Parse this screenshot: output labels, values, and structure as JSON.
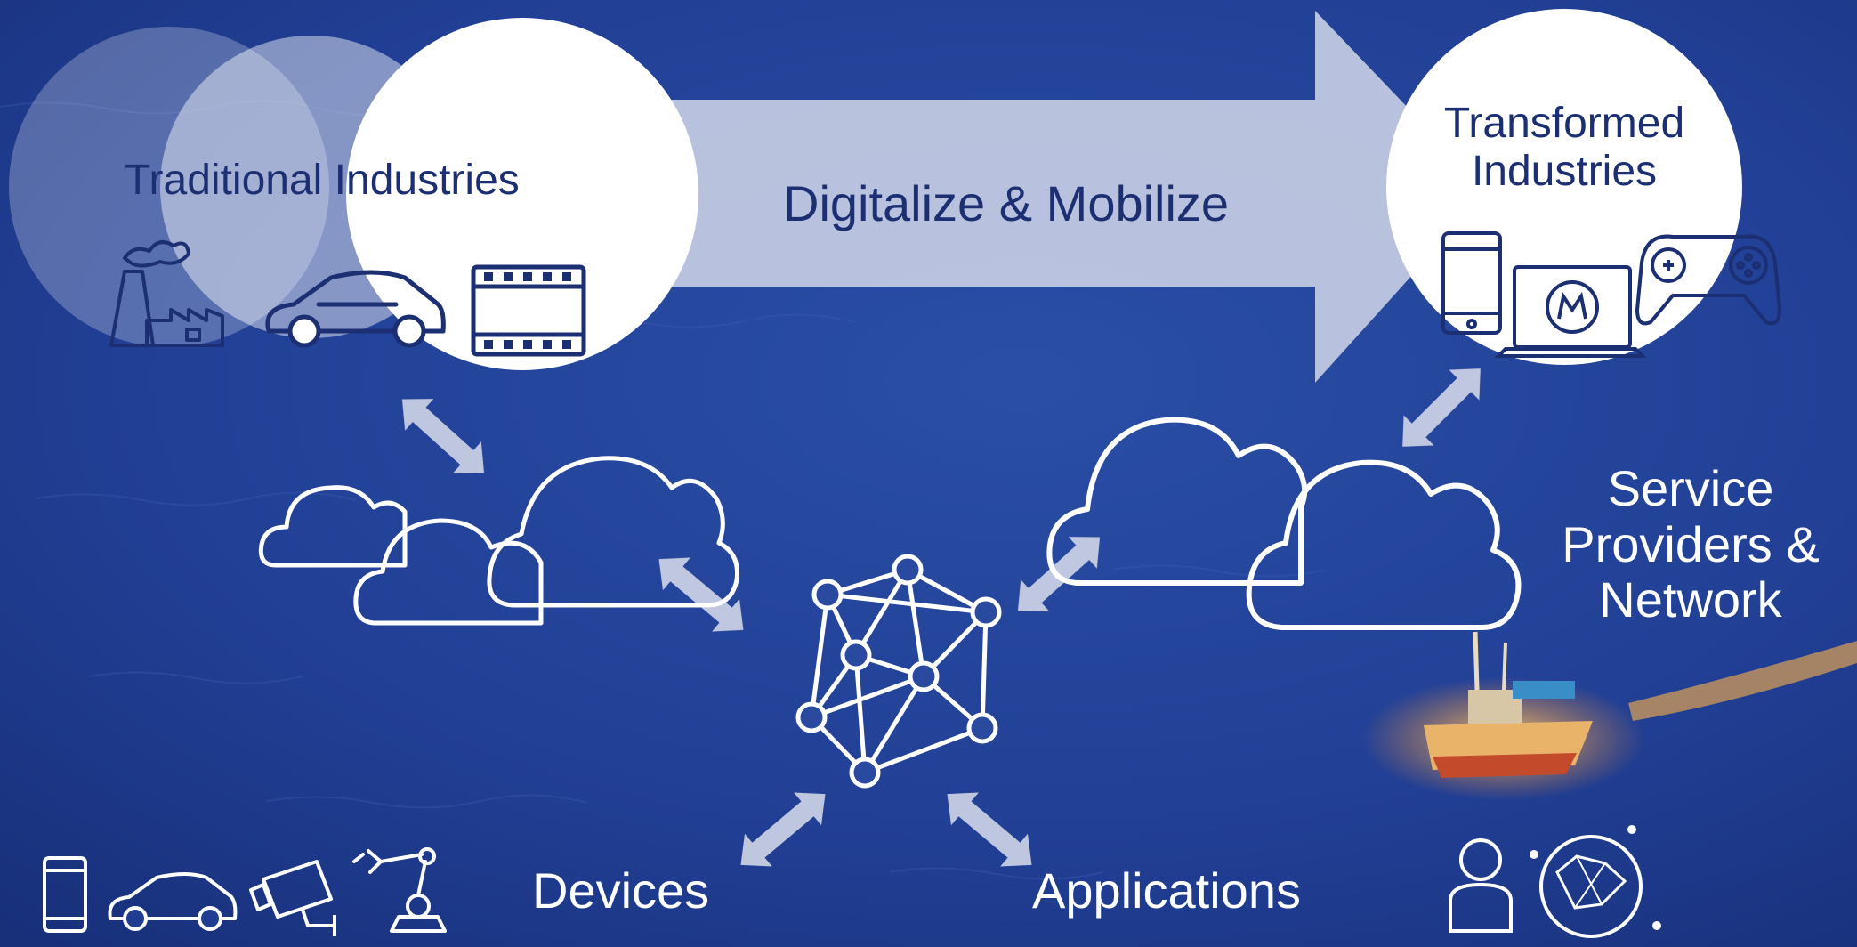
{
  "labels": {
    "traditional": "Traditional Industries",
    "digitalize": "Digitalize & Mobilize",
    "transformed_line1": "Transformed",
    "transformed_line2": "Industries",
    "service_line1": "Service",
    "service_line2": "Providers &",
    "service_line3": "Network",
    "devices": "Devices",
    "applications": "Applications"
  },
  "colors": {
    "ocean": "#1f3d91",
    "label_dark": "#1b2f72",
    "label_light": "#ffffff",
    "arrow_fill": "#c9cfe4"
  },
  "icons": {
    "traditional": [
      "factory-icon",
      "car-icon",
      "film-strip-icon"
    ],
    "transformed": [
      "phone-icon",
      "laptop-icon",
      "gamepad-icon"
    ],
    "devices": [
      "phone-icon",
      "car-icon",
      "camera-icon",
      "robot-arm-icon"
    ],
    "service": [
      "user-icon",
      "globe-icon"
    ],
    "center": "network-mesh-icon"
  }
}
